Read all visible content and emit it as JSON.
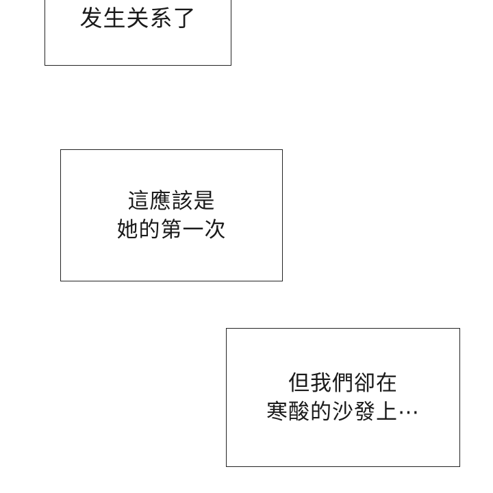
{
  "captions": [
    {
      "lines": [
        "发生关系了"
      ]
    },
    {
      "lines": [
        "這應該是",
        "她的第一次"
      ]
    },
    {
      "lines": [
        "但我們卻在",
        "寒酸的沙發上⋯"
      ]
    }
  ]
}
